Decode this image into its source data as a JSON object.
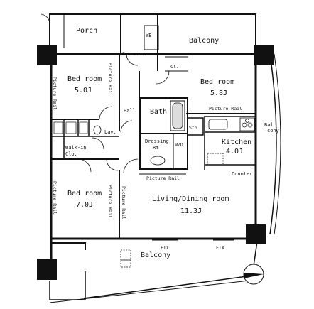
{
  "rooms": {
    "porch": "Porch",
    "balcony_top": "Balcony",
    "wb": "WB",
    "entrance": "Ent rance",
    "bedroom_left_name": "Bed room",
    "bedroom_left_size": "5.0J",
    "bedroom_right_name": "Bed room",
    "bedroom_right_size": "5.8J",
    "bath": "Bath",
    "hall": "Hall",
    "lav": "Lav.",
    "walkin_1": "Walk-in",
    "walkin_2": "Clo.",
    "dressing_1": "Dressing",
    "dressing_2": "Rm",
    "wd": "W/D",
    "kitchen_name": "Kitchen",
    "kitchen_size": "4.0J",
    "balcony_side_1": "Bal",
    "balcony_side_2": "cony",
    "counter": "Counter",
    "bedroom_lower_name": "Bed room",
    "bedroom_lower_size": "7.0J",
    "living_name": "Living/Dining room",
    "living_size": "11.3J",
    "balcony_bottom": "Balcony"
  },
  "labels": {
    "picture_rail": "Picture Rail",
    "cl": "Cl.",
    "sto": "Sto.",
    "fix_1": "FIX",
    "fix_2": "FIX"
  },
  "icons": {
    "compass": "north-arrow-icon",
    "door": "door-swing-icon",
    "stove": "stove-icon",
    "sink": "sink-icon",
    "toilet": "toilet-icon",
    "bathtub": "bathtub-icon"
  },
  "colors": {
    "wall": "#111111",
    "column": "#111111",
    "background": "#ffffff",
    "fixture": "#dddddd"
  }
}
